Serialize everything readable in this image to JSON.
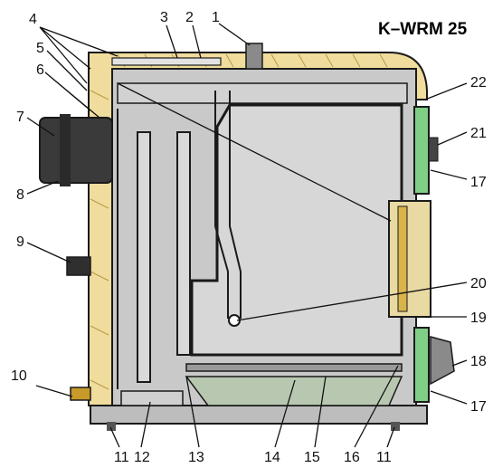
{
  "model": "K–WRM 25",
  "colors": {
    "insulation": "#f0dc9c",
    "body": "#c9c9c9",
    "inner": "#d7d7d7",
    "outline": "#1a1a1a",
    "door": "#7fcf86",
    "flue": "#3a3a3a",
    "tray": "#b8c8b0"
  },
  "callouts": [
    {
      "id": "1",
      "label": "1"
    },
    {
      "id": "2",
      "label": "2"
    },
    {
      "id": "3",
      "label": "3"
    },
    {
      "id": "4",
      "label": "4"
    },
    {
      "id": "5",
      "label": "5"
    },
    {
      "id": "6",
      "label": "6"
    },
    {
      "id": "7",
      "label": "7"
    },
    {
      "id": "8",
      "label": "8"
    },
    {
      "id": "9",
      "label": "9"
    },
    {
      "id": "10",
      "label": "10"
    },
    {
      "id": "11a",
      "label": "11"
    },
    {
      "id": "12",
      "label": "12"
    },
    {
      "id": "13",
      "label": "13"
    },
    {
      "id": "14",
      "label": "14"
    },
    {
      "id": "15",
      "label": "15"
    },
    {
      "id": "16",
      "label": "16"
    },
    {
      "id": "11b",
      "label": "11"
    },
    {
      "id": "17a",
      "label": "17"
    },
    {
      "id": "17b",
      "label": "17"
    },
    {
      "id": "18",
      "label": "18"
    },
    {
      "id": "19",
      "label": "19"
    },
    {
      "id": "20",
      "label": "20"
    },
    {
      "id": "21",
      "label": "21"
    },
    {
      "id": "22",
      "label": "22"
    }
  ]
}
